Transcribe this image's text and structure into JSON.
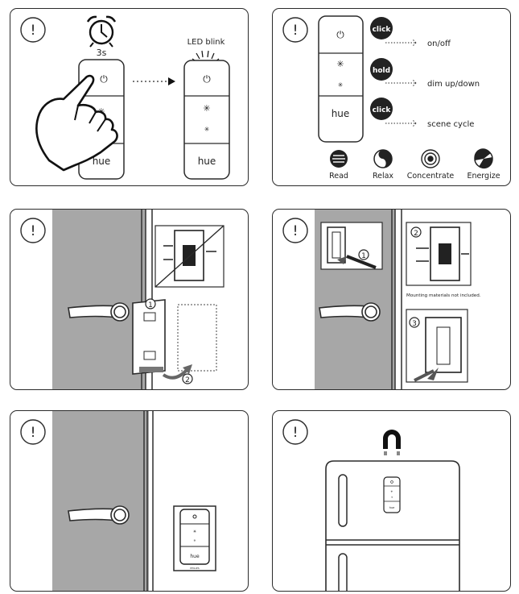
{
  "notice_symbol": "!",
  "panel1": {
    "hold_time": "3s",
    "led_label": "LED blink",
    "hue_label": "hue",
    "power_symbol": "⏻"
  },
  "panel2": {
    "hue_label": "hue",
    "power_symbol": "⏻",
    "actions": [
      {
        "badge": "click",
        "label": "on/off"
      },
      {
        "badge": "hold",
        "label": "dim up/down"
      },
      {
        "badge": "click",
        "label": "scene cycle"
      }
    ],
    "scenes": [
      {
        "name": "Read",
        "icon": "read-scene-icon"
      },
      {
        "name": "Relax",
        "icon": "relax-scene-icon"
      },
      {
        "name": "Concentrate",
        "icon": "concentrate-scene-icon"
      },
      {
        "name": "Energize",
        "icon": "energize-scene-icon"
      }
    ]
  },
  "panel3": {
    "steps": [
      "1",
      "2"
    ]
  },
  "panel4": {
    "steps": [
      "1",
      "2",
      "3"
    ],
    "note": "Mounting materials not included."
  },
  "panel5": {
    "mini_hue": "hue",
    "brand": "PHILIPS"
  },
  "panel6": {
    "mini_hue": "hue"
  },
  "colors": {
    "line": "#2b2b2b",
    "wall": "#a7a7a7",
    "frame": "#3a3a3a",
    "badge": "#222222"
  }
}
